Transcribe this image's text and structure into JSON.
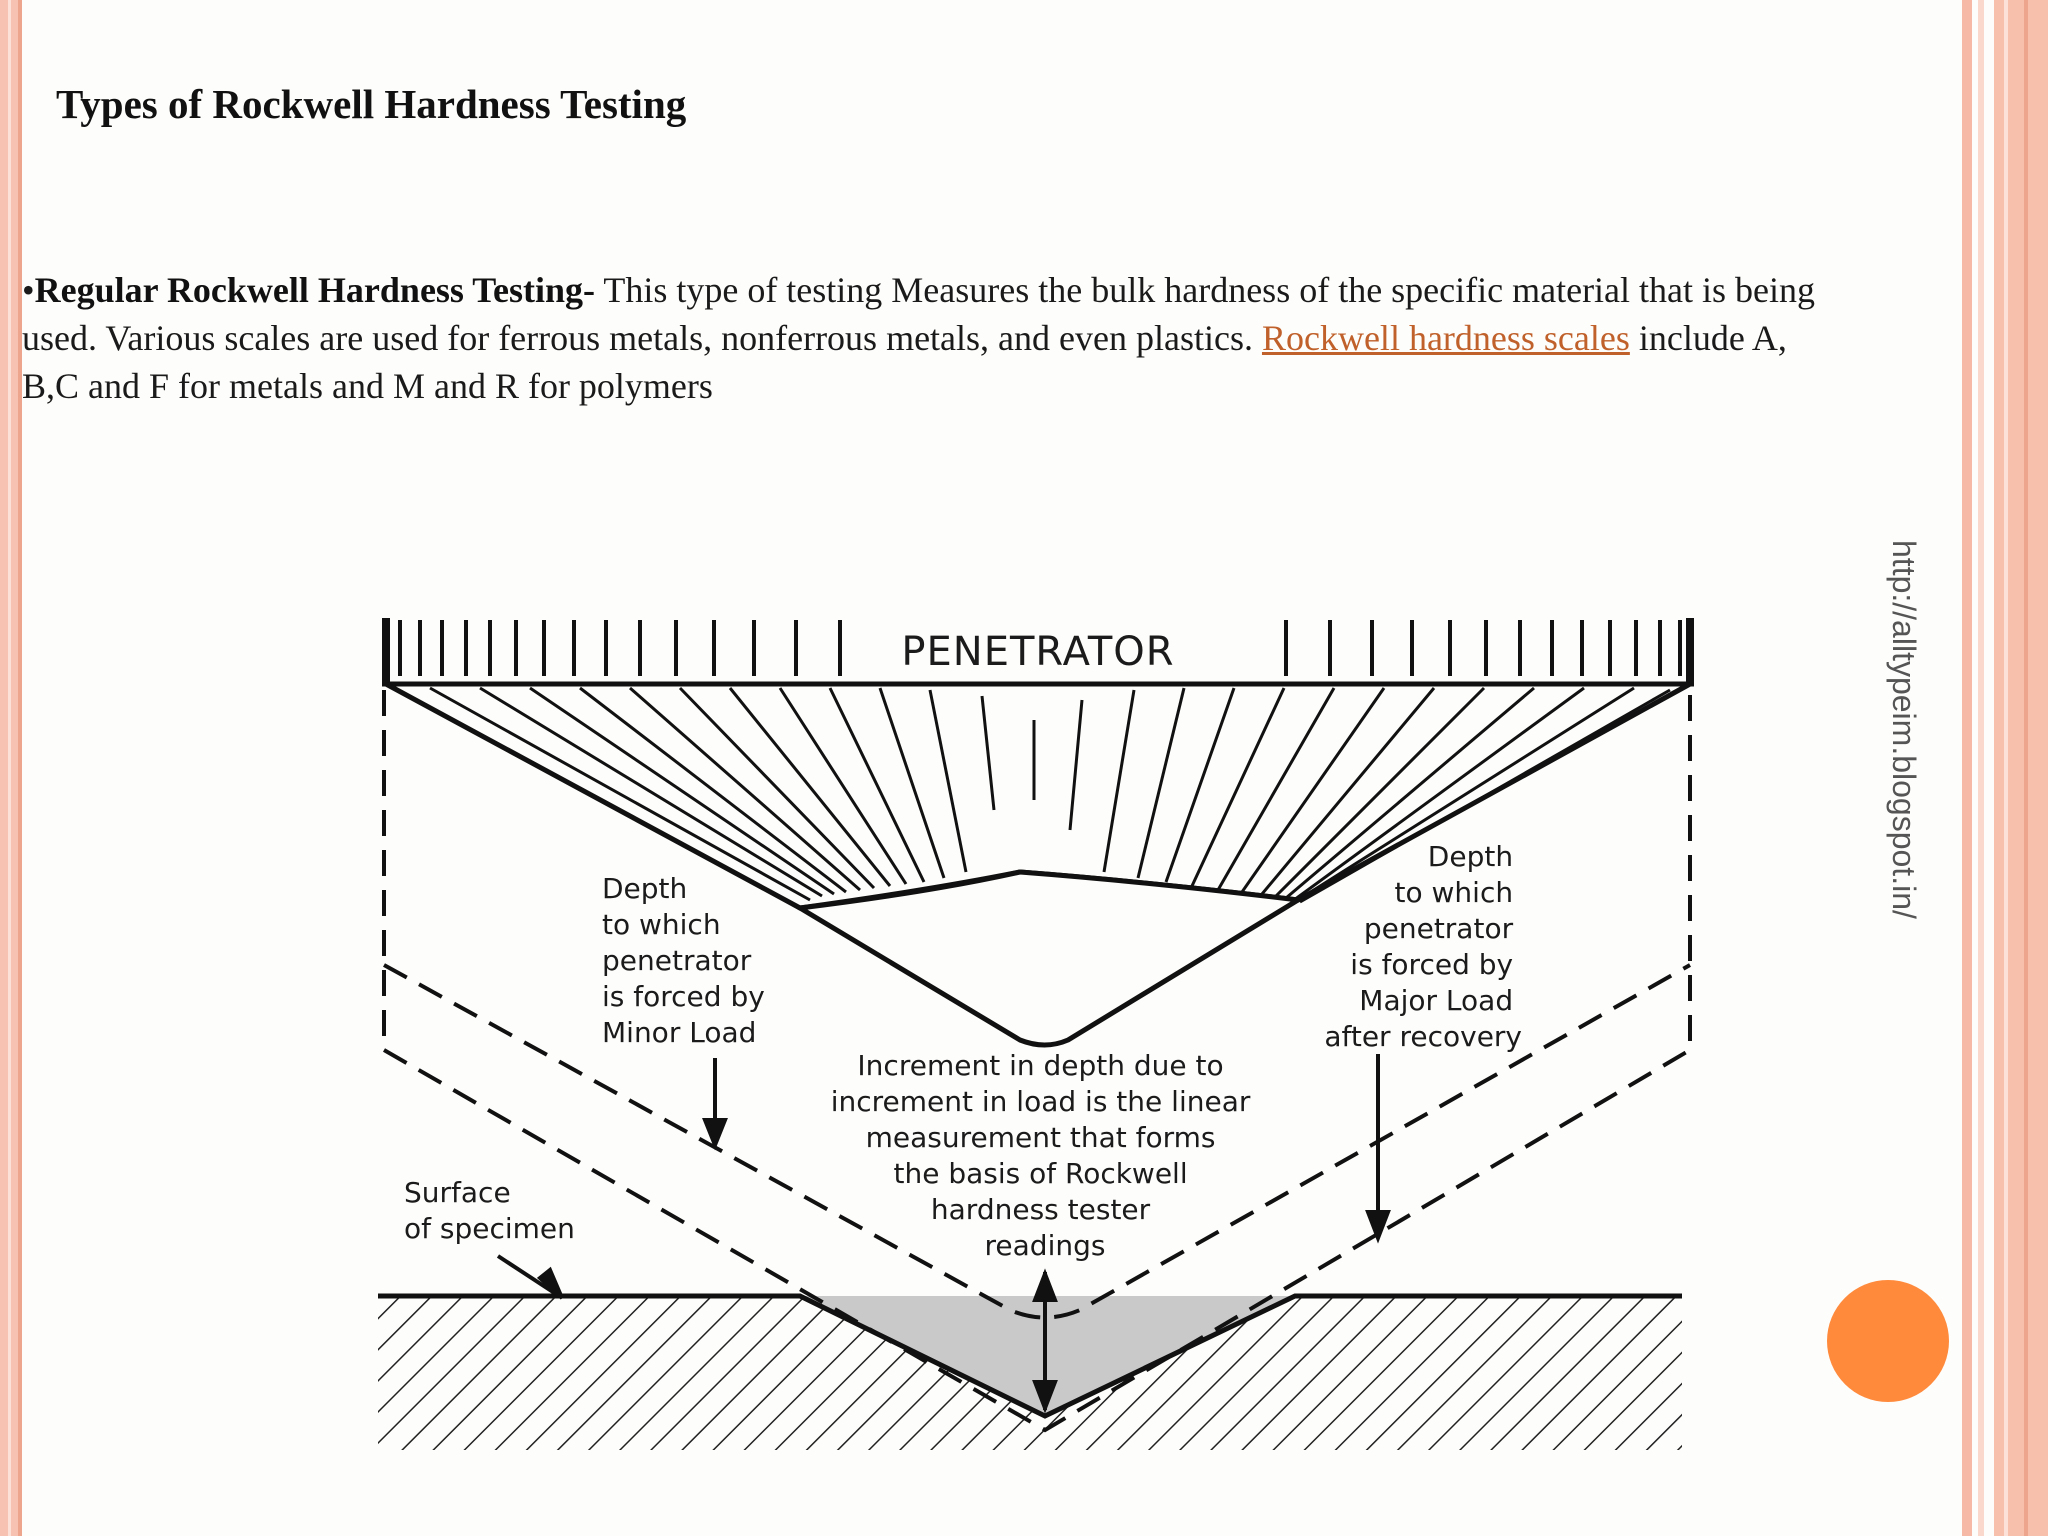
{
  "slide": {
    "title": "Types of Rockwell Hardness Testing",
    "para": {
      "bullet": "•",
      "bold": "Regular Rockwell Hardness Testing-",
      "text1": " This type of testing Measures the bulk hardness of the specific material that is being used. Various scales are used for ferrous metals, nonferrous metals, and even plastics.  ",
      "link": "Rockwell hardness scales",
      "text2": " include A, B,C and F for metals and M and R for polymers"
    },
    "side_url": "http://alltypeim.blogspot.in/"
  },
  "diagram": {
    "penetrator": "PENETRATOR",
    "minor_load": [
      "Depth",
      "to which",
      "penetrator",
      "is forced by",
      "Minor Load"
    ],
    "major_load": [
      "Depth",
      "to which",
      "penetrator",
      "is forced by",
      "Major Load",
      "after recovery"
    ],
    "increment": [
      "Increment in depth due to",
      "increment in load is the linear",
      "measurement that forms",
      "the basis of Rockwell",
      "hardness tester",
      "readings"
    ],
    "surface": [
      "Surface",
      "of specimen"
    ]
  },
  "colors": {
    "accent": "#ff8a3c",
    "link": "#c0602a",
    "border": "#f7c2b1"
  }
}
